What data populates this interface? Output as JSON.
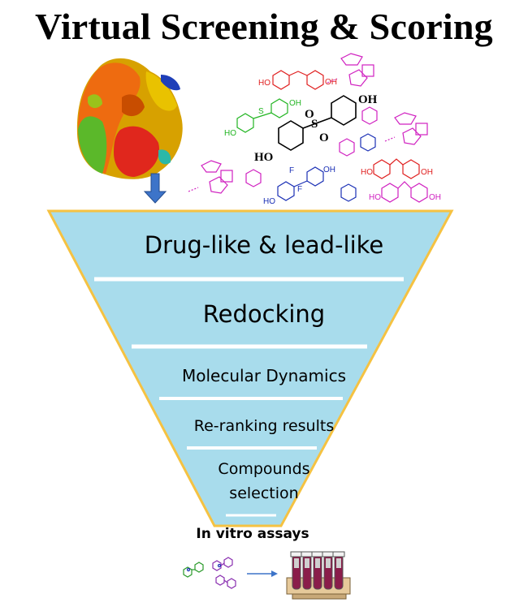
{
  "title": "Virtual Screening & Scoring",
  "funnel": {
    "stages": [
      {
        "label": "Drug-like & lead-like"
      },
      {
        "label": "Redocking"
      },
      {
        "label": "Molecular Dynamics"
      },
      {
        "label": "Re-ranking results"
      },
      {
        "label": "Compounds",
        "label2": "selection"
      }
    ],
    "fill_color": "#a8dcec",
    "border_color": "#f5c242"
  },
  "assay_label": "In vitro assays",
  "ligand_labels": {
    "ho": "HO",
    "oh": "OH",
    "o": "O",
    "s": "S",
    "f": "F"
  },
  "icons": {
    "protein": "protein-surface-icon",
    "arrow": "down-arrow-icon",
    "test_tubes": "test-tube-rack-icon"
  }
}
